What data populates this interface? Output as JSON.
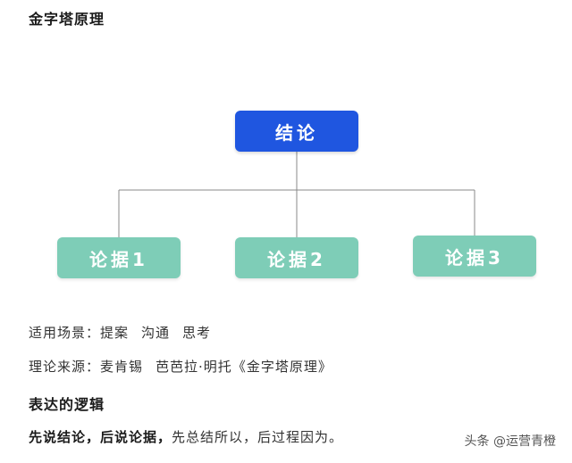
{
  "page": {
    "title": "金字塔原理"
  },
  "diagram": {
    "root": {
      "label": "结论",
      "color": "#1f56e0"
    },
    "children": [
      {
        "label": "论据1"
      },
      {
        "label": "论据2"
      },
      {
        "label": "论据3"
      }
    ],
    "child_color": "#7ecdb7",
    "connector_color": "#888888"
  },
  "usage": {
    "label": "适用场景：",
    "items": [
      "提案",
      "沟通",
      "思考"
    ]
  },
  "source": {
    "label": "理论来源：",
    "author1": "麦肯锡",
    "author2": "芭芭拉·明托",
    "book": "《金字塔原理》"
  },
  "logic": {
    "heading": "表达的逻辑",
    "bold_part1": "先说结论，",
    "bold_part2": "后说论据，",
    "rest": "先总结所以，后过程因为。"
  },
  "watermark": {
    "text": "头条 @运营青橙"
  }
}
